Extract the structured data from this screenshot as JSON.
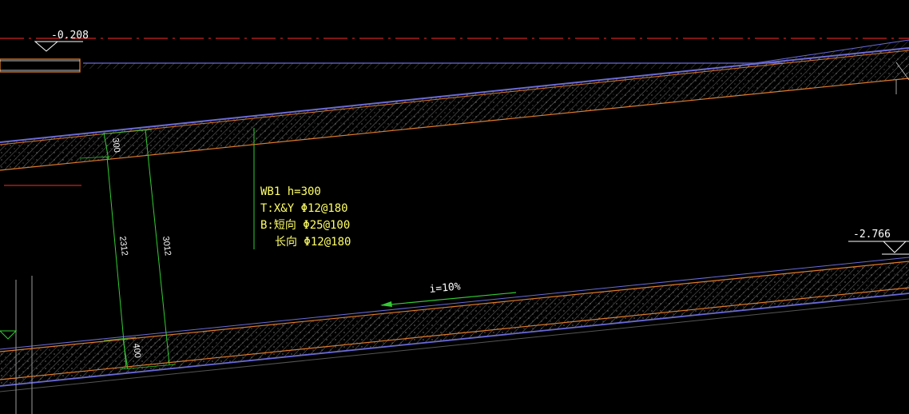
{
  "elevations": {
    "top": "-0.208",
    "right": "-2.766"
  },
  "dimensions": {
    "top_slab_thickness": "300",
    "bottom_slab_thickness": "400",
    "span_inner": "2312",
    "span_outer": "3012"
  },
  "slope_label": "i=10%",
  "slab_note": {
    "line1": "WB1 h=300",
    "line2": "T:X&Y Φ12@180",
    "line3": "B:短向 Φ25@100",
    "line4": "长向 Φ12@180"
  },
  "colors": {
    "background": "#000000",
    "text": "#FFFF66",
    "dimension": "#33CC33",
    "slab_edge_orange": "#E07B2A",
    "slab_edge_blue": "#6A6AD8",
    "axis_red": "#CC2222",
    "hatch": "#9A9A9A"
  }
}
